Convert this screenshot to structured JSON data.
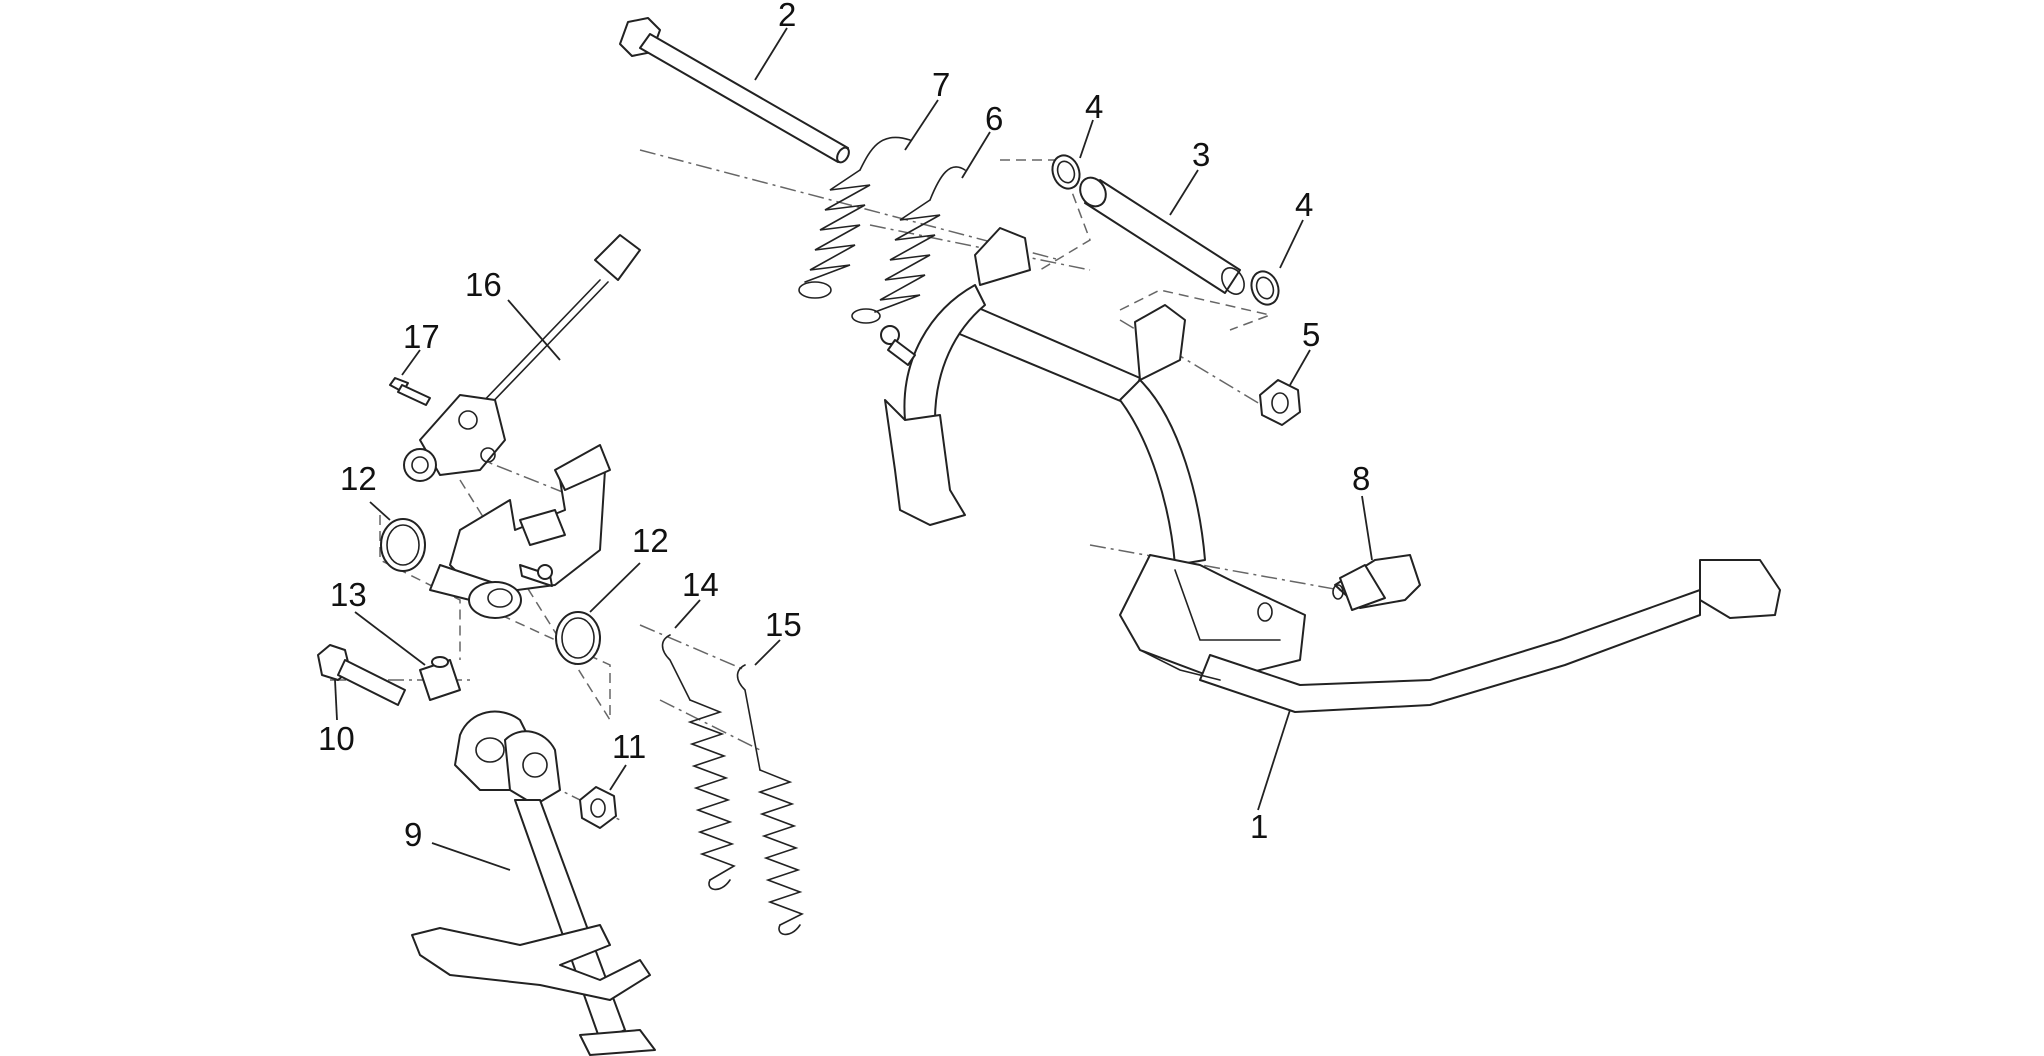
{
  "callouts": {
    "c1": "1",
    "c2": "2",
    "c3": "3",
    "c4a": "4",
    "c4b": "4",
    "c5": "5",
    "c6": "6",
    "c7": "7",
    "c8": "8",
    "c9": "9",
    "c10": "10",
    "c11": "11",
    "c12a": "12",
    "c12b": "12",
    "c13": "13",
    "c14": "14",
    "c15": "15",
    "c16": "16",
    "c17": "17"
  },
  "colors": {
    "line": "#222222",
    "dashed": "#666666",
    "background": "#ffffff"
  }
}
